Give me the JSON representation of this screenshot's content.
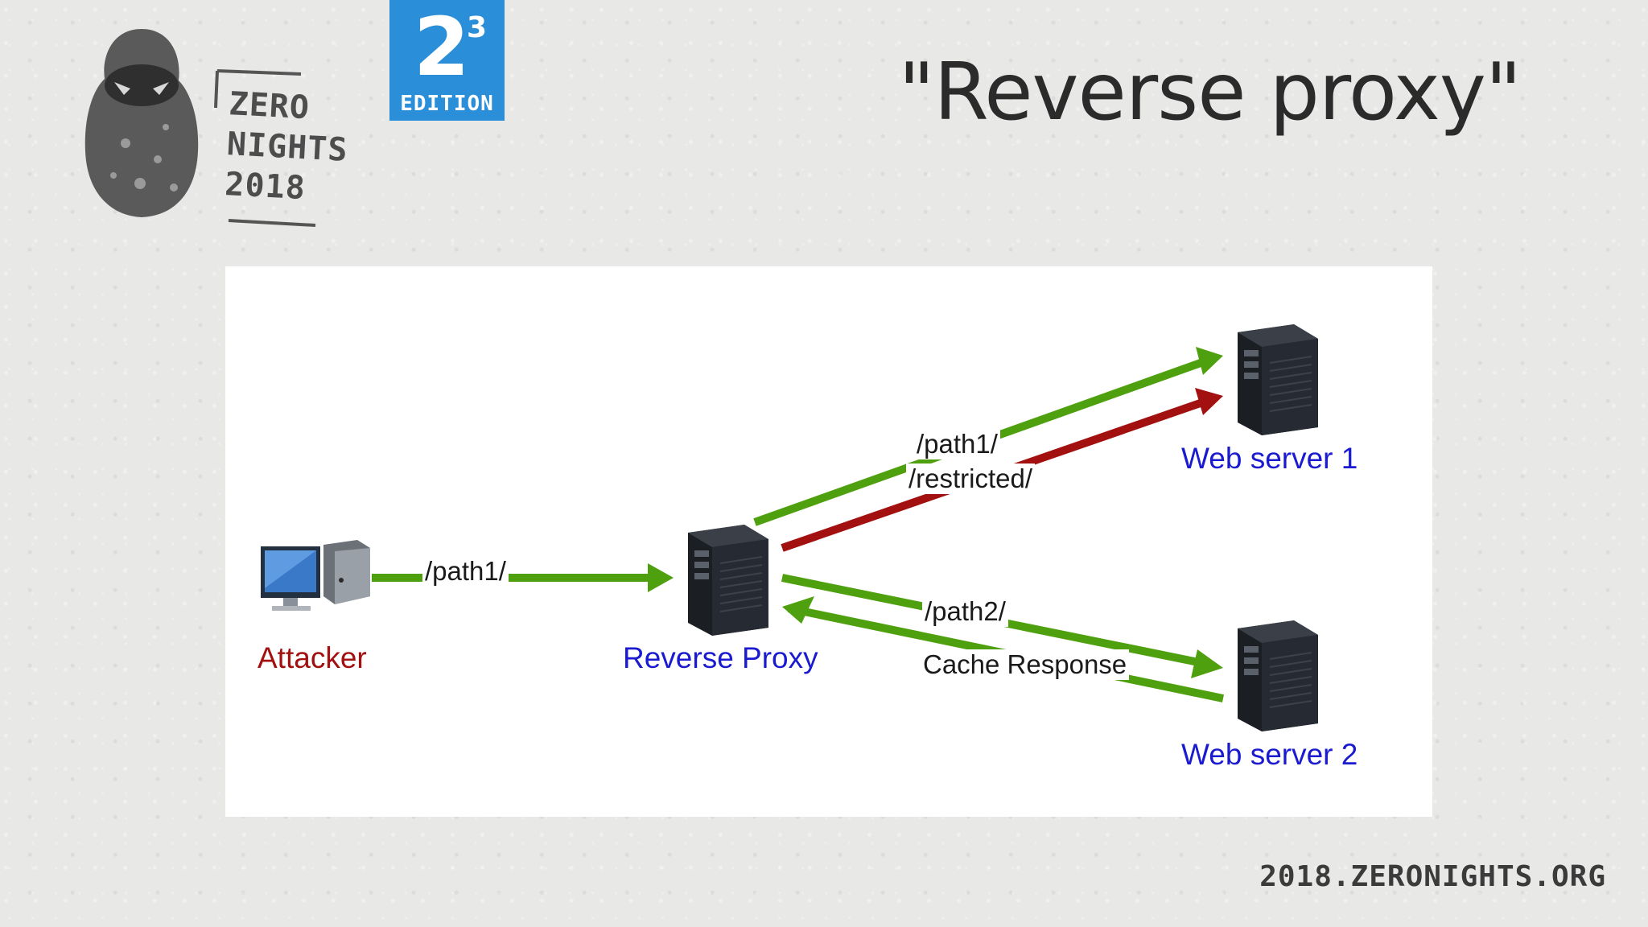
{
  "header": {
    "logo_lines": [
      "ZERO",
      "NIGHTS",
      "2018"
    ],
    "edition": {
      "number": "2",
      "superscript": "3",
      "label": "EDITION"
    },
    "edition_color": "#2a8fd8"
  },
  "title": "\"Reverse proxy\"",
  "diagram": {
    "nodes": {
      "attacker": "Attacker",
      "reverse_proxy": "Reverse Proxy",
      "web_server_1": "Web server 1",
      "web_server_2": "Web server 2"
    },
    "edges": {
      "attacker_to_proxy": "/path1/",
      "proxy_to_server1_a": "/path1/",
      "proxy_to_server1_b": "/restricted/",
      "proxy_to_server2": "/path2/",
      "server2_to_proxy": "Cache Response"
    },
    "colors": {
      "green": "#4fa00f",
      "red": "#a31010",
      "blue": "#1a1ad0"
    },
    "icons": [
      "desktop-computer-icon",
      "server-tower-icon"
    ]
  },
  "footer": {
    "url": "2018.ZERONIGHTS.ORG"
  }
}
